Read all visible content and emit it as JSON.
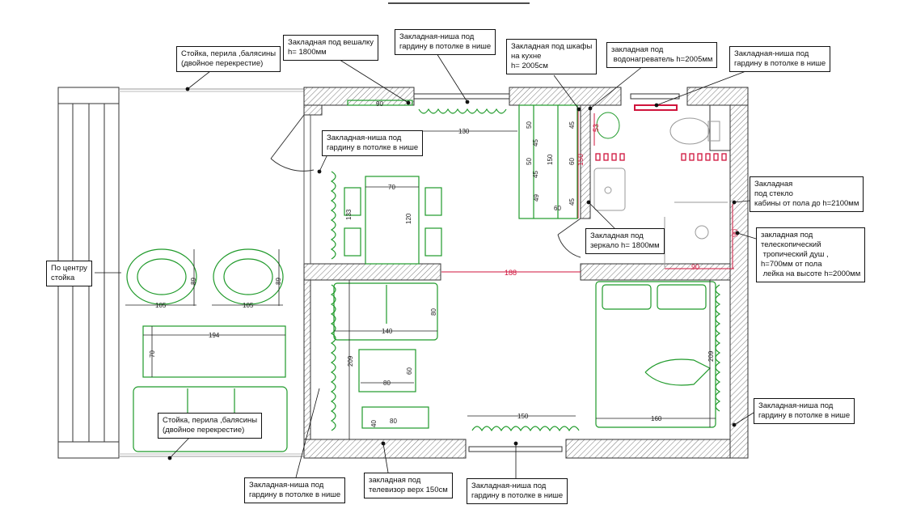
{
  "labels": {
    "railing_top": "Стойка, перила ,балясины\n(двойное перекрестие)",
    "hanger": "Закладная под вешалку\nh= 1800мм",
    "curtain_top_living": "Закладная-ниша под\nгардину в потолке в нише",
    "kitchen_cabinets": "Закладная под шкафы\nна кухне\nh= 2005см",
    "water_heater": "закладная под\n водонагреватель h=2005мм",
    "curtain_top_bath": "Закладная-ниша под\nгардину в потолке в нише",
    "curtain_left_kitchen": "Закладная-ниша под\nгардину в потолке в нише",
    "shower_glass": "Закладная\nпод стекло\nкабины от пола до h=2100мм",
    "mirror": "Закладная под\nзеркало h= 1800мм",
    "shower": "закладная под\nтелескопический\n тропический душ ,\nh=700мм от пола\n лейка на высоте h=2000мм",
    "center_post": "По центру\nстойка",
    "railing_bottom": "Стойка, перила ,балясины\n(двойное перекрестие)",
    "curtain_bottom_left": "Закладная-ниша под\nгардину в потолке в нише",
    "tv": "закладная под\nтелевизор верх 150см",
    "curtain_bottom_mid": "Закладная-ниша под\nгардину в потолке в нише",
    "curtain_right_bedroom": "Закладная-ниша под\nгардину в потолке в нише"
  },
  "dimensions": {
    "hanger_90": "90",
    "curtain_130": "130",
    "table_70": "70",
    "table_133": "133",
    "table_120": "120",
    "chair1_105": "105",
    "chair1_89": "89",
    "chair2_105": "105",
    "chair2_89": "89",
    "table_194": "194",
    "table_70b": "70",
    "sofa_140": "140",
    "sofa_80": "80",
    "wall_209": "209",
    "coffee_80": "80",
    "coffee_60": "60",
    "tv_80": "80",
    "tv_40": "40",
    "curtain_150": "150",
    "passage_188": "188",
    "bed_160": "160",
    "bed_209": "209",
    "k_50a": "50",
    "k_45a": "45",
    "k_50b": "50",
    "k_45b": "45",
    "k_49": "49",
    "k_150": "150",
    "k_60a": "60",
    "k_45c": "45",
    "k_60b": "60",
    "k_45d": "45",
    "k_150r": "150",
    "b_53": "53",
    "b_90": "90",
    "b_90v": "90"
  },
  "colors": {
    "furniture": "#1f9a2a",
    "embed": "#d0143c",
    "wall": "#666666"
  }
}
